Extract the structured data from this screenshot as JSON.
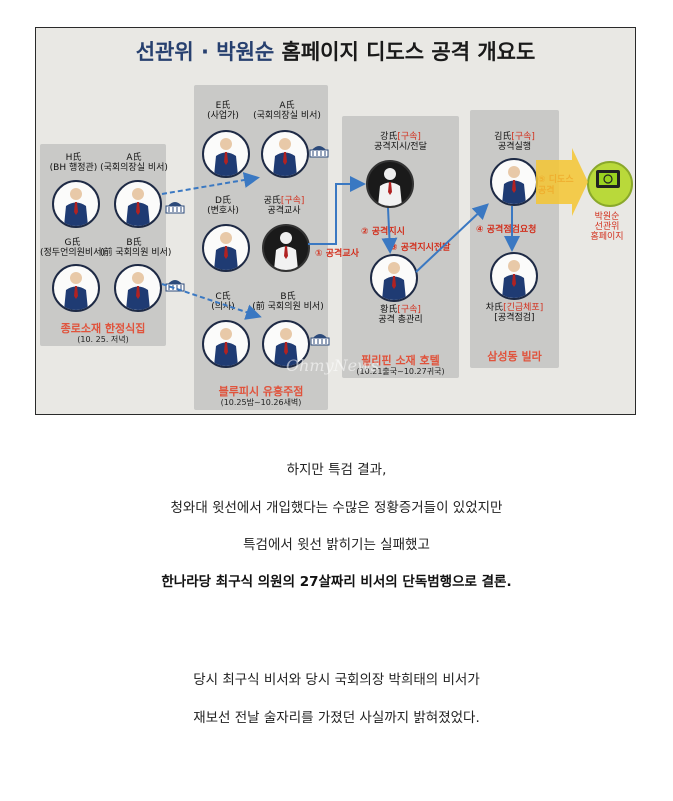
{
  "figure": {
    "title_a": "선관위 · 박원순",
    "title_b": " 홈페이지 디도스 공격 개요도",
    "watermark": "OhmyNews",
    "people": {
      "h": {
        "name": "H氏",
        "role": "(BH 행정관)"
      },
      "a1": {
        "name": "A氏",
        "role": "(국회의장실 비서)"
      },
      "g": {
        "name": "G氏",
        "role": "(정두언의원비서)"
      },
      "b1": {
        "name": "B氏",
        "role": "(前 국회의원 비서)"
      },
      "e": {
        "name": "E氏",
        "role": "(사업가)"
      },
      "a2": {
        "name": "A氏",
        "role": "(국회의장실 비서)"
      },
      "d": {
        "name": "D氏",
        "role": "(변호사)"
      },
      "gong": {
        "name": "공氏",
        "tag": "[구속]",
        "role": "공격교사"
      },
      "c": {
        "name": "C氏",
        "role": "(의사)"
      },
      "b2": {
        "name": "B氏",
        "role": "(前 국회의원 비서)"
      },
      "kang": {
        "name": "강氏",
        "tag": "[구속]",
        "role": "공격지시/전달"
      },
      "hwang": {
        "name": "황氏",
        "tag": "[구속]",
        "role": "공격 총관리"
      },
      "kim": {
        "name": "김氏",
        "tag": "[구속]",
        "role": "공격실행"
      },
      "cha": {
        "name": "차氏",
        "tag": "[긴급체포]",
        "role": "[공격점검]"
      }
    },
    "places": {
      "jongno": {
        "name": "종로소재 한정식집",
        "date": "(10. 25. 저녁)"
      },
      "bluepish": {
        "name": "블루피시 유흥주점",
        "date": "(10.25밤~10.26새벽)"
      },
      "philippine": {
        "name": "필리핀 소재 호텔",
        "date": "(10.21출국~10.27귀국)"
      },
      "samsung": {
        "name": "삼성동 빌라"
      }
    },
    "steps": {
      "s1": "① 공격교사",
      "s2": "② 공격지시",
      "s3": "③ 공격지시전달",
      "s4": "④ 공격점검요청",
      "s5": "⑤ 디도스 공격"
    },
    "target": {
      "line1": "박원순",
      "line2": "선관위",
      "line3": "홈페이지"
    }
  },
  "body_text": {
    "p1": "하지만 특검 결과,",
    "p2": "청와대 윗선에서 개입했다는 수많은 정황증거들이 있었지만",
    "p3": "특검에서 윗선 밝히기는 실패했고",
    "p4": "한나라당 최구식 의원의 27살짜리 비서의 단독범행으로 결론.",
    "p5": "당시 최구식 비서와 당시 국회의장 박희태의 비서가",
    "p6": "재보선 전날 술자리를 가졌던 사실까지 밝혀졌었다."
  },
  "colors": {
    "accent_red": "#d2301e",
    "title_blue": "#27406f",
    "arrow_blue": "#3a78c2",
    "target_green": "#b9d93a"
  }
}
